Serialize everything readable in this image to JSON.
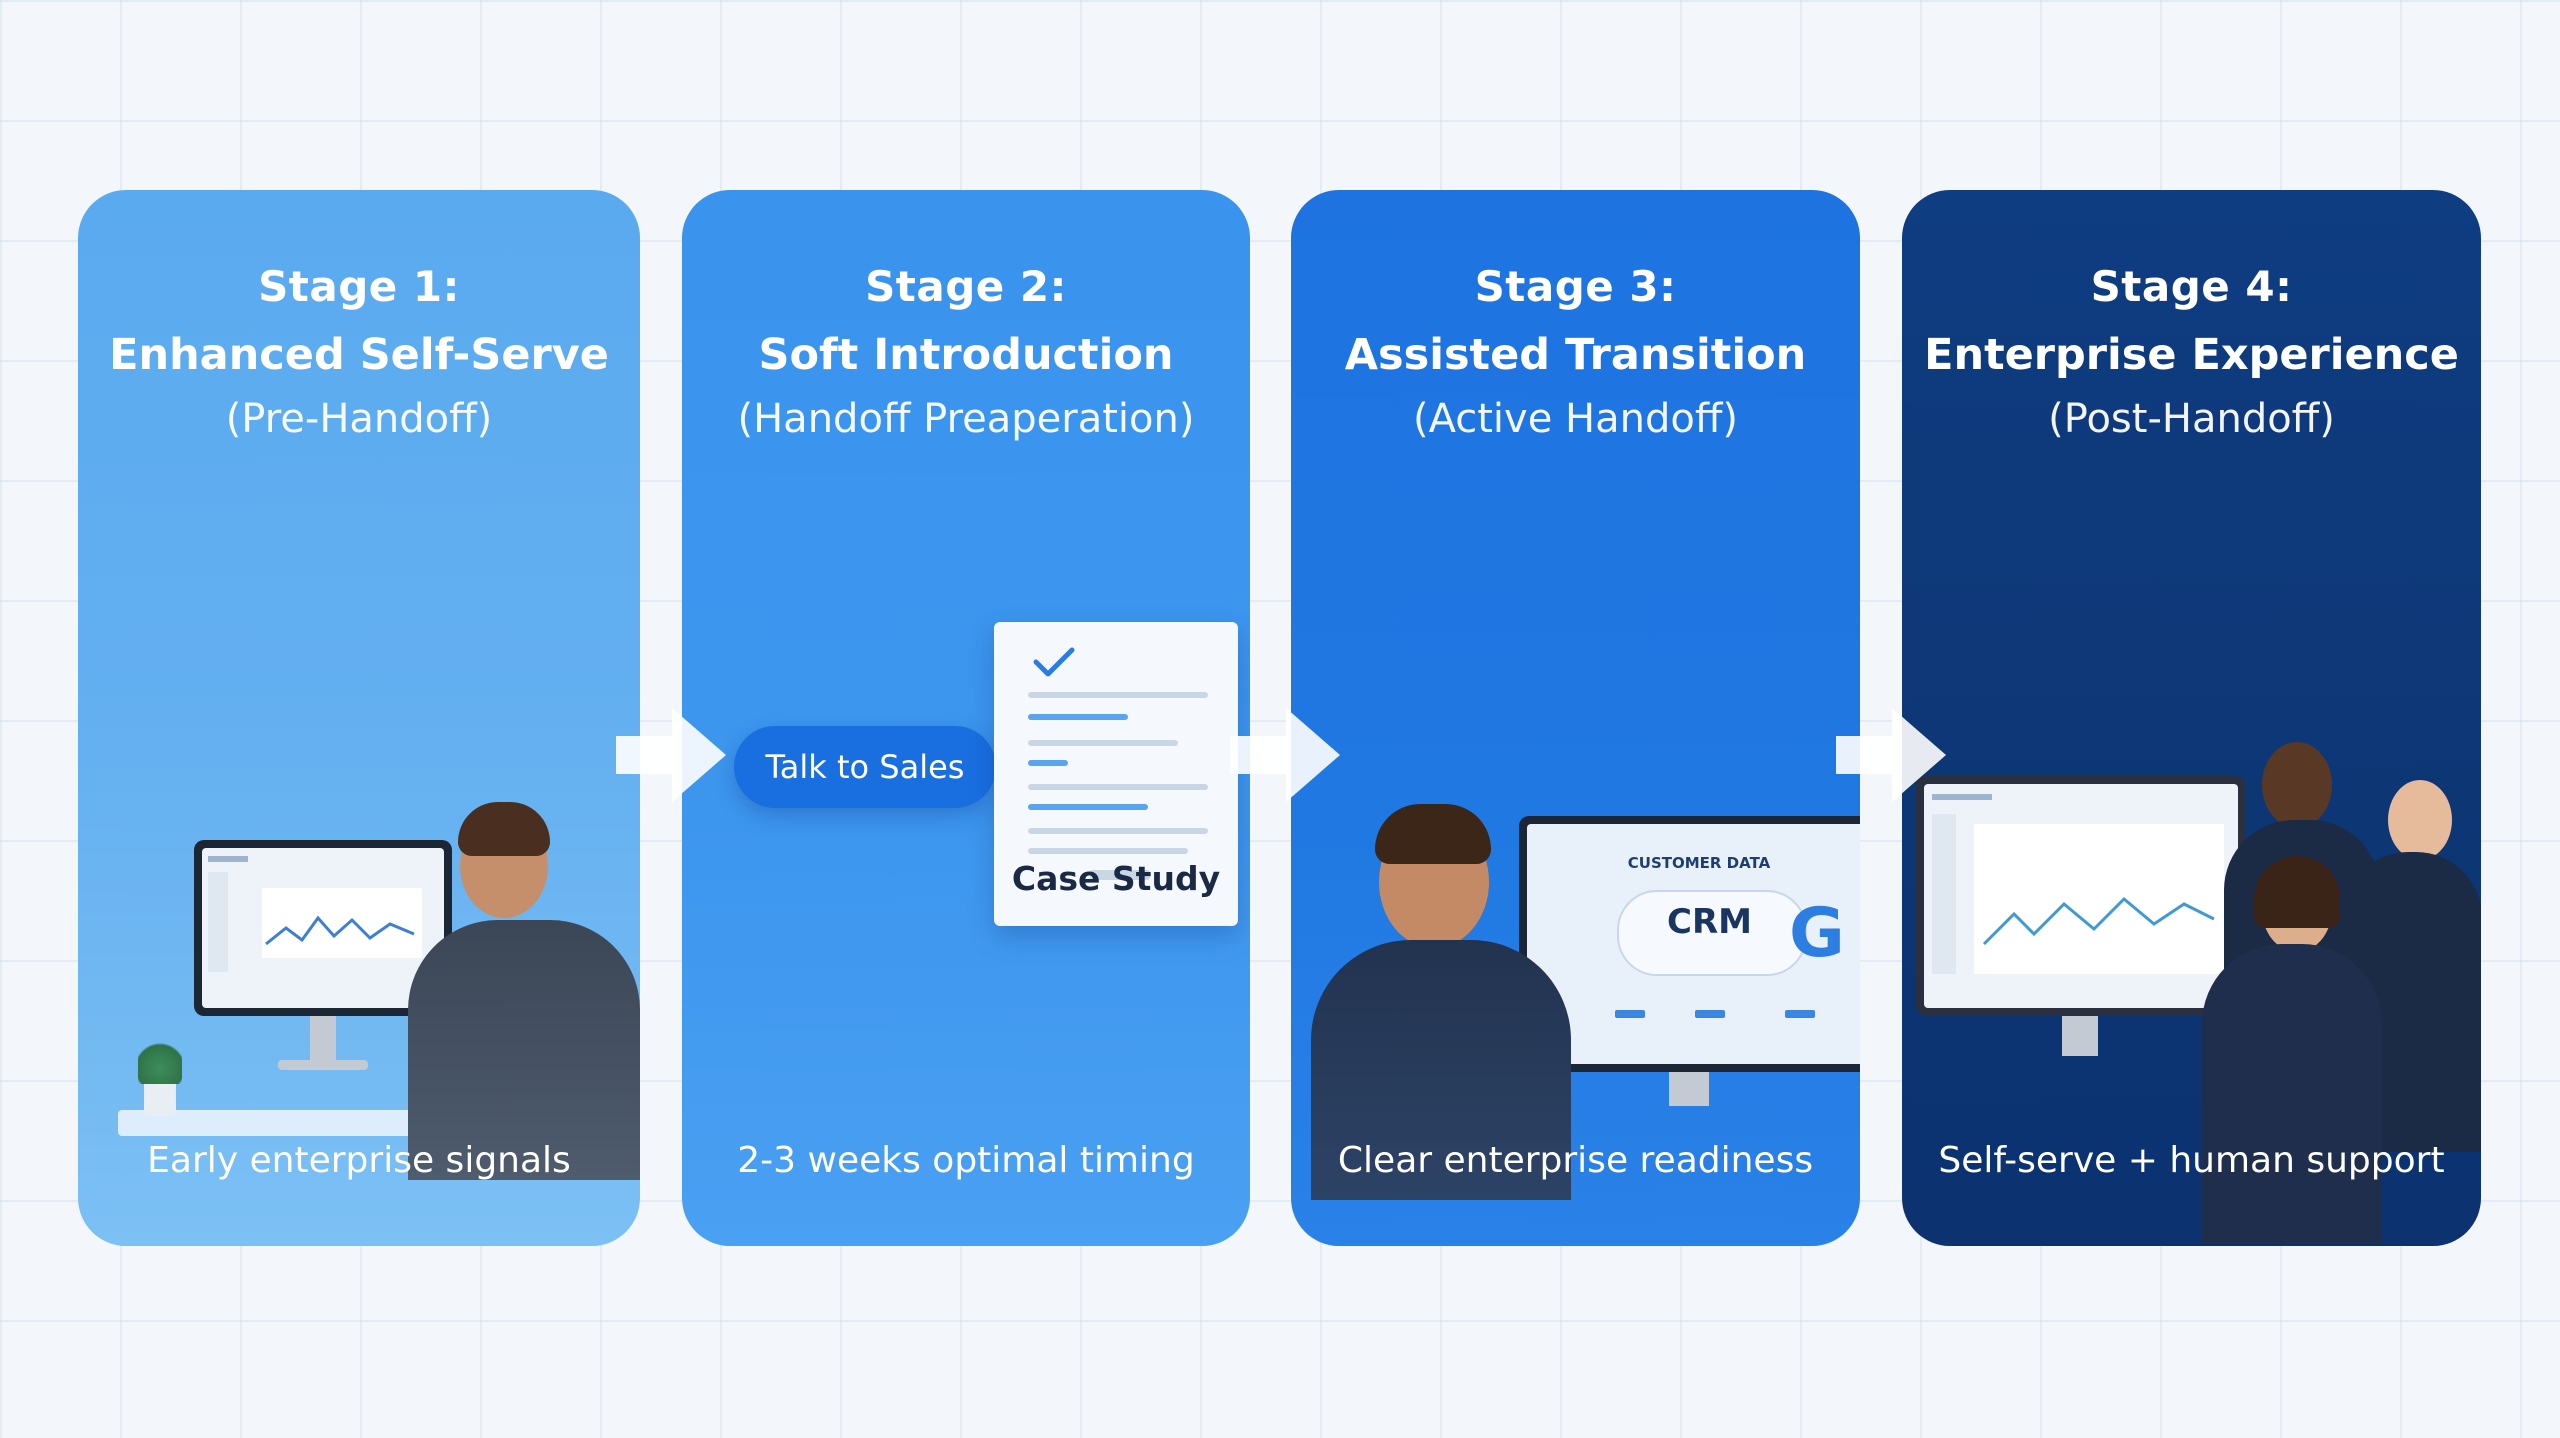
{
  "stages": [
    {
      "label": "Stage 1:",
      "title": "Enhanced Self-Serve",
      "subtitle": "(Pre-Handoff)",
      "footer": "Early enterprise signals"
    },
    {
      "label": "Stage 2:",
      "title": "Soft Introduction",
      "subtitle": "(Handoff Preaperation)",
      "footer": "2-3 weeks optimal timing"
    },
    {
      "label": "Stage 3:",
      "title": "Assisted Transition",
      "subtitle": "(Active Handoff)",
      "footer": "Clear enterprise readiness"
    },
    {
      "label": "Stage 4:",
      "title": "Enterprise Experience",
      "subtitle": "(Post-Handoff)",
      "footer": "Self-serve + human support"
    }
  ],
  "stage2": {
    "cta_label": "Talk to Sales",
    "doc_label": "Case Study"
  },
  "stage3": {
    "screen_header": "CUSTOMER DATA",
    "screen_title": "CRM",
    "screen_letter": "G"
  },
  "colors": {
    "stage1": "#5aaaf0",
    "stage2": "#3a94ee",
    "stage3": "#1e73e0",
    "stage4": "#0f3d82",
    "background": "#f3f7fb"
  }
}
